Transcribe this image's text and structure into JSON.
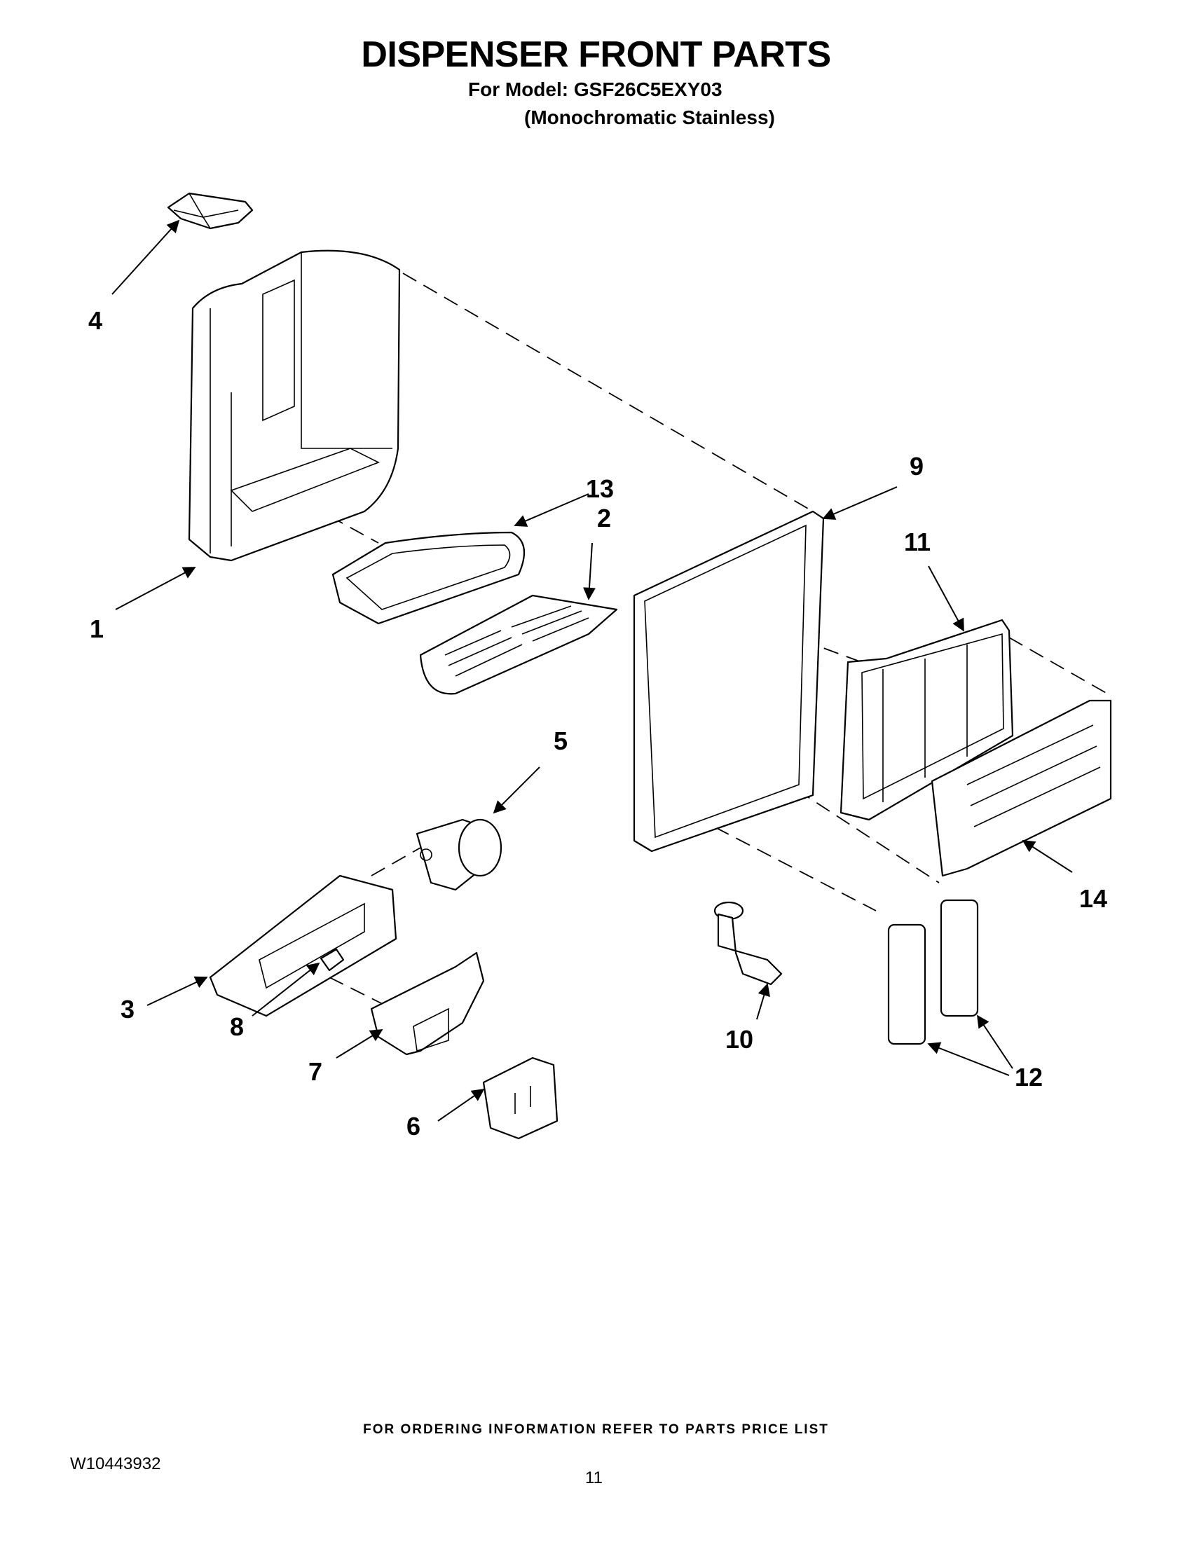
{
  "header": {
    "title": "DISPENSER FRONT PARTS",
    "model_line": "For Model: GSF26C5EXY03",
    "finish_line": "(Monochromatic Stainless)"
  },
  "callouts": {
    "c1": "1",
    "c2": "2",
    "c3": "3",
    "c4": "4",
    "c5": "5",
    "c6": "6",
    "c7": "7",
    "c8": "8",
    "c9": "9",
    "c10": "10",
    "c11": "11",
    "c12": "12",
    "c13": "13",
    "c14": "14"
  },
  "footer": {
    "ordering_note": "FOR ORDERING INFORMATION REFER TO PARTS PRICE LIST",
    "document_number": "W10443932",
    "page_number": "11"
  }
}
